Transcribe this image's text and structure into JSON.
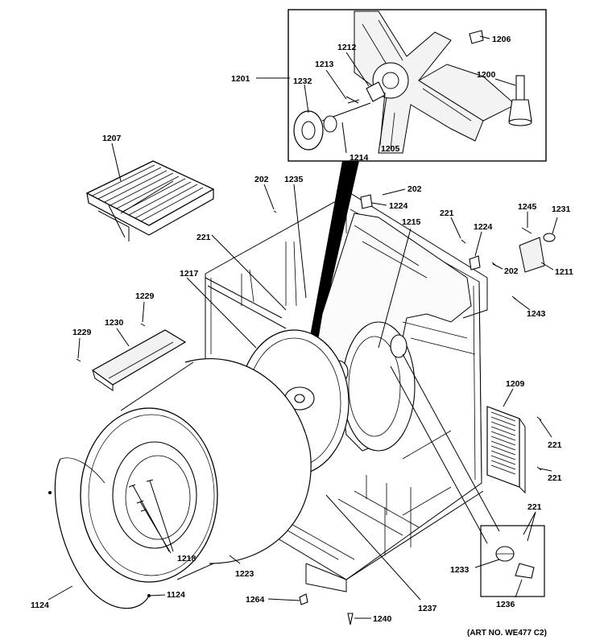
{
  "labels": {
    "l1201": "1201",
    "l1232": "1232",
    "l1213": "1213",
    "l1212": "1212",
    "l1206": "1206",
    "l1200": "1200",
    "l1214": "1214",
    "l1205": "1205",
    "l1207": "1207",
    "l202a": "202",
    "l1235": "1235",
    "l202b": "202",
    "l1224a": "1224",
    "l221a": "221",
    "l1224b": "1224",
    "l1245": "1245",
    "l1231": "1231",
    "l221b": "221",
    "l1215": "1215",
    "l202c": "202",
    "l1211": "1211",
    "l1217": "1217",
    "l1243": "1243",
    "l1229a": "1229",
    "l1229b": "1229",
    "l1230": "1230",
    "l1209": "1209",
    "l221c": "221",
    "l221d": "221",
    "l221e": "221",
    "l1218": "1218",
    "l1223": "1223",
    "l1233": "1233",
    "l1124a": "1124",
    "l1124b": "1124",
    "l1264": "1264",
    "l1237": "1237",
    "l1236": "1236",
    "l1240": "1240"
  },
  "art_number": "(ART NO. WE477 C2)"
}
